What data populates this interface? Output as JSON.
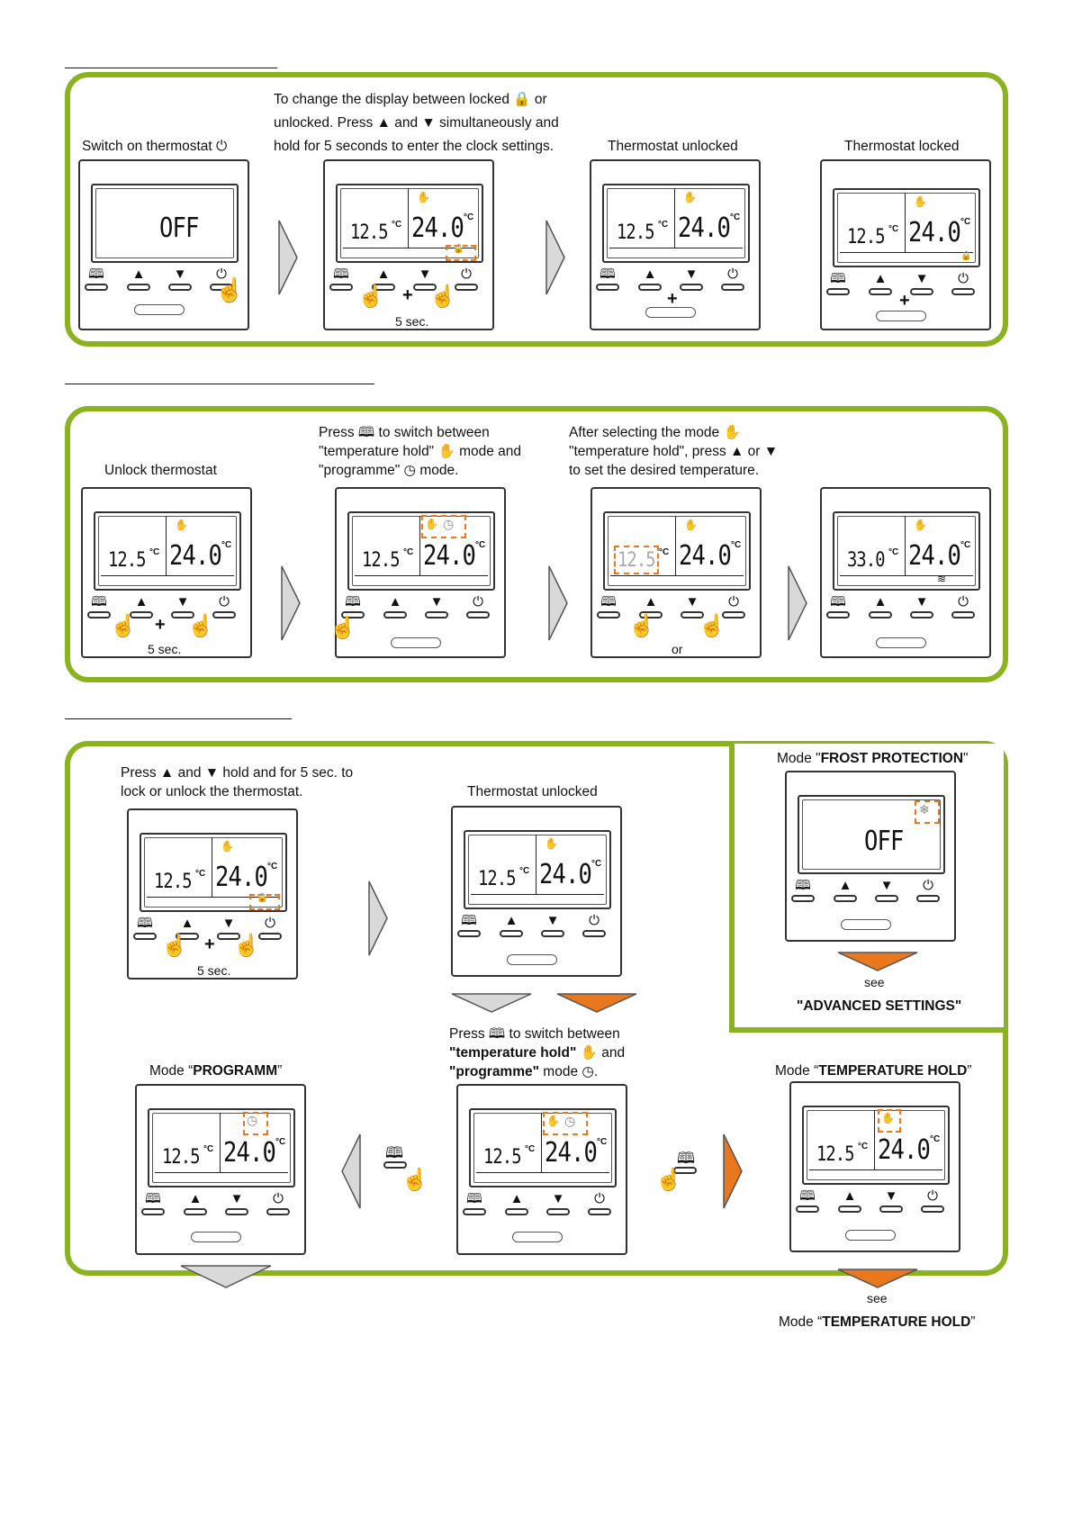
{
  "section1": {
    "caption_switch_on": "Switch on thermostat ⏻",
    "caption_change_line1": "To change the display between locked 🔒 or",
    "caption_change_line2": "unlocked. Press ▲ and ▼ simultaneously and",
    "caption_change_line3": "hold for 5 seconds to enter the clock settings.",
    "caption_unlocked": "Thermostat unlocked",
    "caption_locked": "Thermostat locked",
    "hold_time": "5 sec."
  },
  "section2": {
    "caption_unlock": "Unlock thermostat",
    "caption_press_line1": "Press 🕮 to switch between",
    "caption_press_line2": "\"temperature hold\" ✋ mode and",
    "caption_press_line3": "\"programme\" ◷ mode.",
    "caption_after_line1": "After selecting the mode ✋",
    "caption_after_line2": "\"temperature hold\", press ▲ or ▼",
    "caption_after_line3": "to set the desired temperature.",
    "hold_time": "5 sec.",
    "or_label": "or",
    "set_value": "33.0"
  },
  "section3": {
    "caption_lock_line1": "Press ▲ and ▼ hold and for 5 sec. to",
    "caption_lock_line2": "lock or unlock the thermostat.",
    "caption_unlocked": "Thermostat unlocked",
    "frost_prefix": "Mode \"",
    "frost_title": "FROST PROTECTION",
    "frost_suffix": "\"",
    "frost_see": "see",
    "frost_ref": "\"ADVANCED SETTINGS\"",
    "switch_line1": "Press 🕮 to switch between",
    "switch_line2_bold": "\"temperature hold\"",
    "switch_line2_rest": " ✋ and",
    "switch_line3_bold": "\"programme\"",
    "switch_line3_rest": " mode ◷.",
    "prog_prefix": "Mode “",
    "prog_title": "PROGRAMM",
    "prog_suffix": "”",
    "hold_prefix": "Mode “",
    "hold_title": "TEMPERATURE HOLD",
    "hold_suffix": "”",
    "bottom_see": "see",
    "bottom_ref_prefix": "Mode “",
    "bottom_ref_title": "TEMPERATURE HOLD",
    "bottom_ref_suffix": "”",
    "hold_time": "5 sec."
  },
  "display": {
    "off_text": "OFF",
    "room_temp": "12.5",
    "set_temp": "24.0",
    "unit": "°C"
  },
  "icons": {
    "menu": "book-icon",
    "up": "up-triangle-icon",
    "down": "down-triangle-icon",
    "power": "power-icon",
    "hand": "hand-icon",
    "clock": "clock-icon",
    "lock": "lock-icon",
    "snowflake": "snowflake-icon",
    "heat": "heating-icon"
  },
  "colors": {
    "panel_border": "#8ab31f",
    "highlight": "#e8771e",
    "arrow_gray": "#d9d9d9",
    "arrow_orange": "#e8771e"
  }
}
